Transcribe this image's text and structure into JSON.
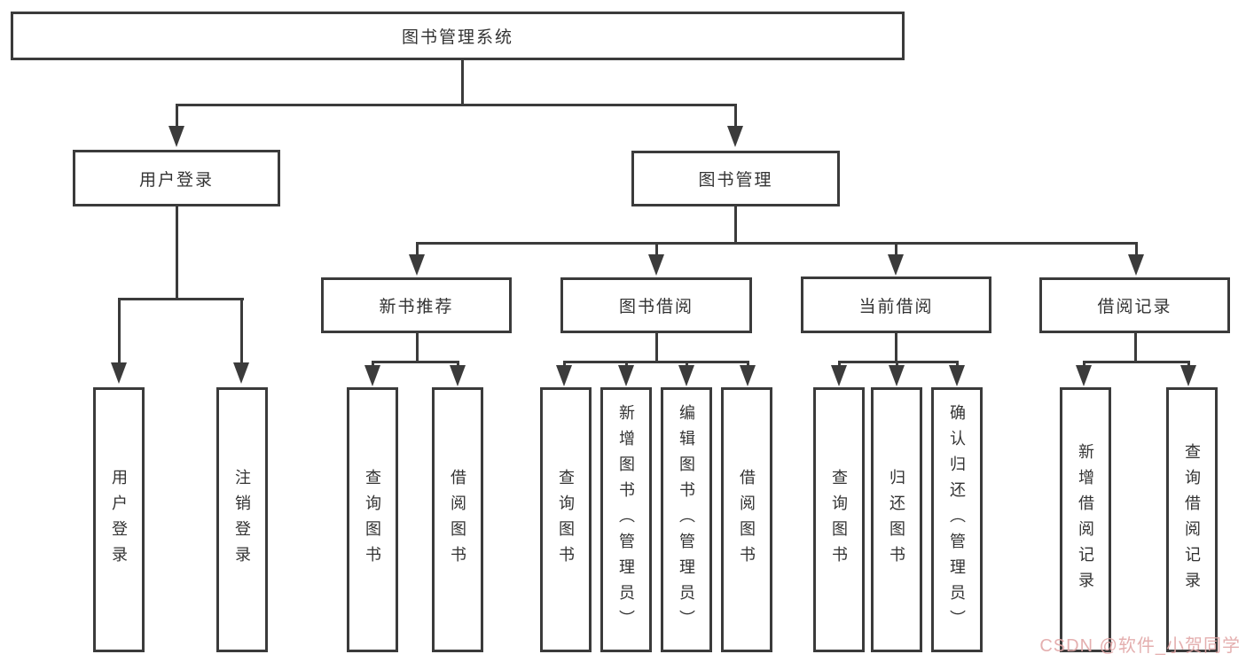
{
  "diagram": {
    "root": {
      "label": "图书管理系统"
    },
    "branches": [
      {
        "label": "用户登录",
        "children": [
          {
            "label": "用户登录"
          },
          {
            "label": "注销登录"
          }
        ]
      },
      {
        "label": "图书管理",
        "children": [
          {
            "label": "新书推荐",
            "children": [
              {
                "label": "查询图书"
              },
              {
                "label": "借阅图书"
              }
            ]
          },
          {
            "label": "图书借阅",
            "children": [
              {
                "label": "查询图书"
              },
              {
                "label": "新增图书（管理员）"
              },
              {
                "label": "编辑图书（管理员）"
              },
              {
                "label": "借阅图书"
              }
            ]
          },
          {
            "label": "当前借阅",
            "children": [
              {
                "label": "查询图书"
              },
              {
                "label": "归还图书"
              },
              {
                "label": "确认归还（管理员）"
              }
            ]
          },
          {
            "label": "借阅记录",
            "children": [
              {
                "label": "新增借阅记录"
              },
              {
                "label": "查询借阅记录"
              }
            ]
          }
        ]
      }
    ]
  },
  "watermark": {
    "text": "CSDN @软件_小贺同学"
  },
  "colors": {
    "line": "#3b3b3b",
    "text": "#333333",
    "watermark": "#e2a7a7",
    "background": "#ffffff"
  }
}
